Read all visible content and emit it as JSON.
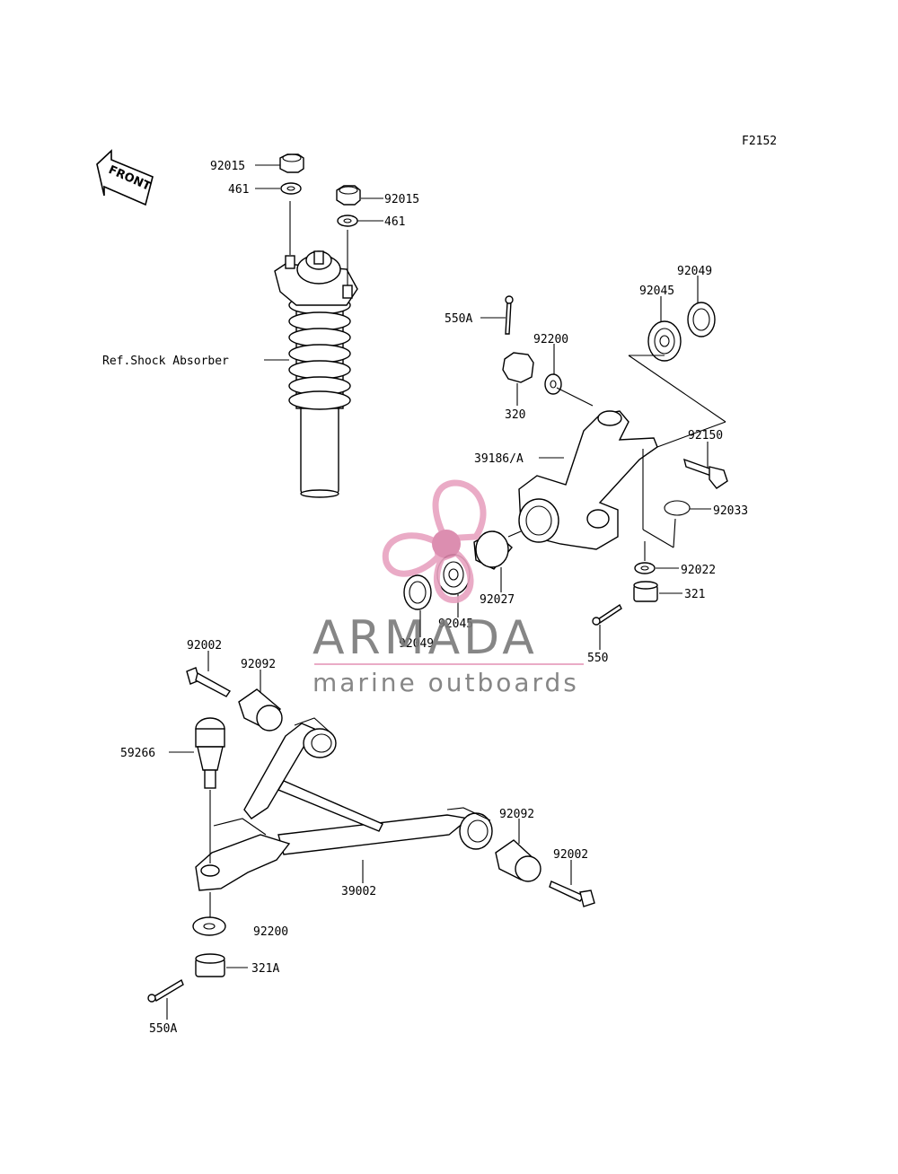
{
  "diagram_code": "F2152",
  "front_label": "FRONT",
  "labels": {
    "nut_top_left": "92015",
    "washer_top_left": "461",
    "nut_top_right": "92015",
    "washer_top_right": "461",
    "shock_ref": "Ref.Shock Absorber",
    "cotter_pin_upper": "550A",
    "washer_92200_upper": "92200",
    "nut_320": "320",
    "knuckle": "39186/A",
    "bearing_92045_upper": "92045",
    "seal_92049_upper": "92049",
    "bolt_92150": "92150",
    "circlip_92033": "92033",
    "washer_92022": "92022",
    "nut_321": "321",
    "spacer_92027": "92027",
    "bearing_92045_lower": "92045",
    "seal_92049_lower": "92049",
    "cotter_pin_550": "550",
    "bolt_92002_left": "92002",
    "bushing_92092_left": "92092",
    "ball_joint": "59266",
    "bushing_92092_right": "92092",
    "bolt_92002_right": "92002",
    "arm_39002": "39002",
    "washer_92200_lower": "92200",
    "nut_321A": "321A",
    "cotter_pin_550A_lower": "550A"
  },
  "watermark": {
    "brand": "ARMADA",
    "tagline": "marine outboards",
    "colors": {
      "logo": "#e8a3c0",
      "logo_dark": "#d982a8",
      "text": "#7a7a7a",
      "rule": "#e8a3c0"
    }
  }
}
